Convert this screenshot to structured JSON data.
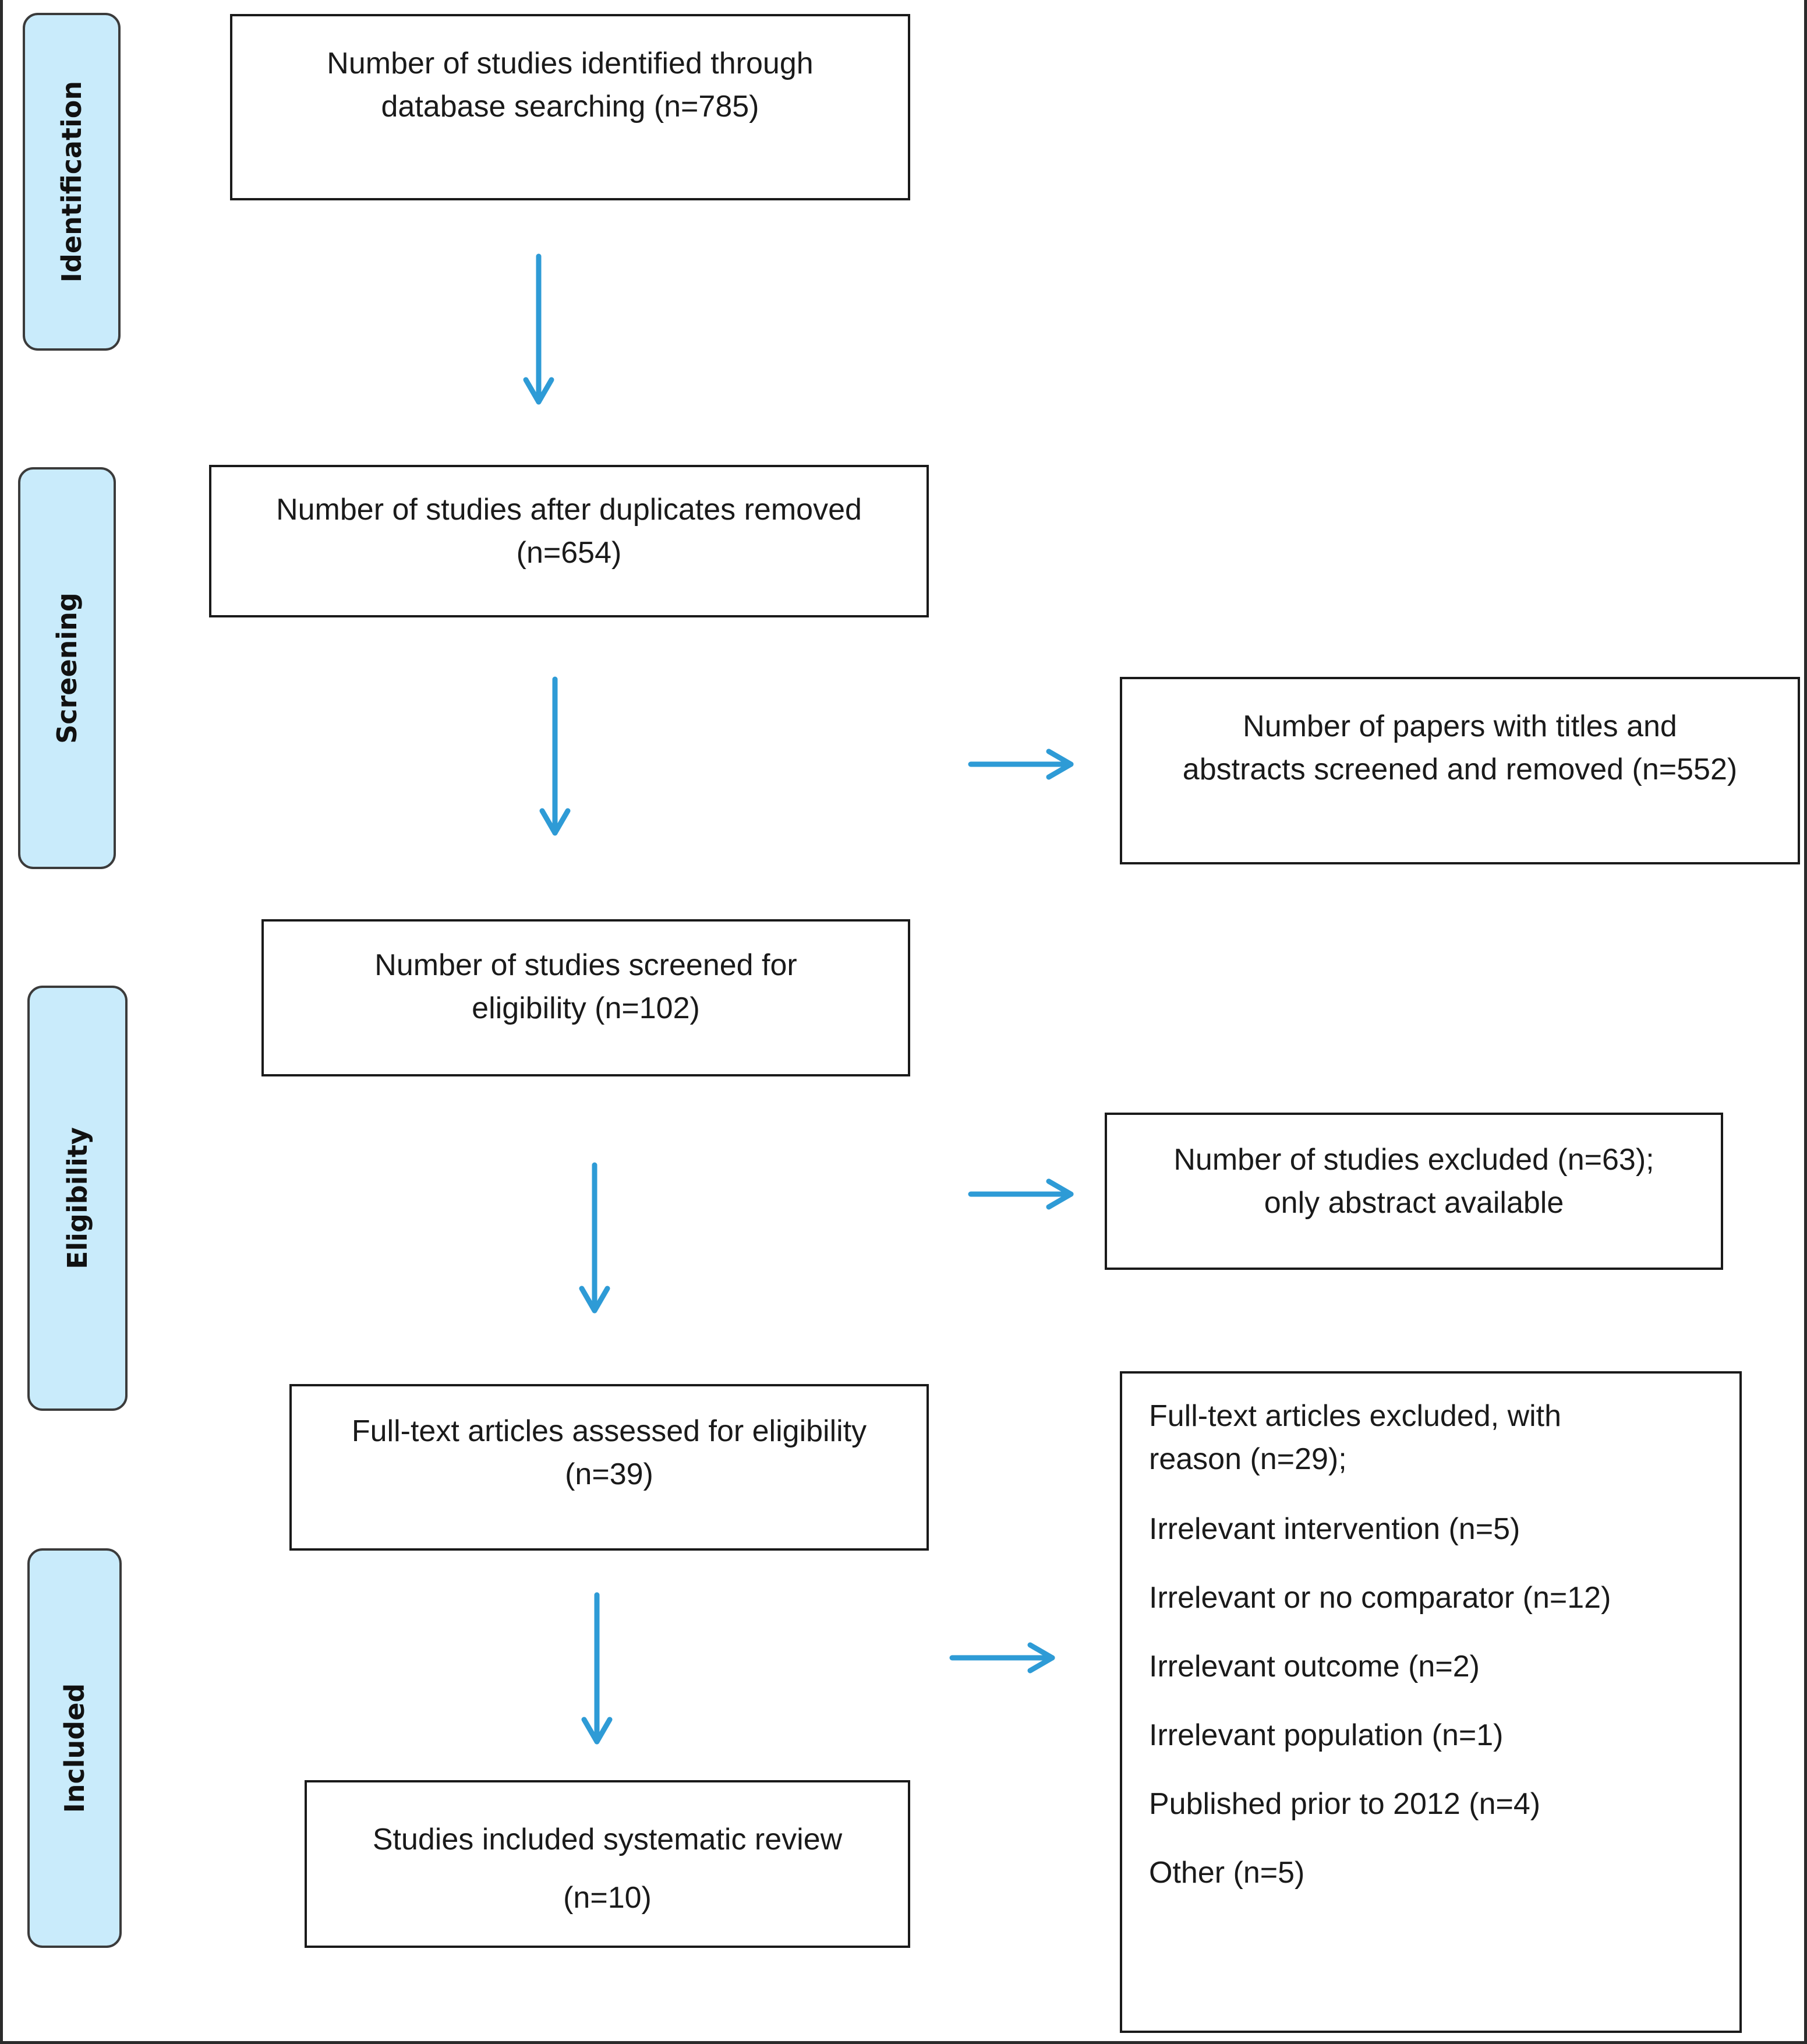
{
  "colors": {
    "stage_fill": "#c9ebfb",
    "arrow": "#2e9bd6",
    "box_border": "#1a1a1a"
  },
  "stages": {
    "identification": "Identification",
    "screening": "Screening",
    "eligibility": "Eligibility",
    "included": "Included"
  },
  "boxes": {
    "identified": {
      "line1": "Number of studies identified through",
      "line2": "database searching (n=785)"
    },
    "duplicates_removed": {
      "line1": "Number of studies after duplicates removed",
      "line2": "(n=654)"
    },
    "titles_removed": {
      "line1": "Number of papers with titles and",
      "line2": "abstracts screened and removed (n=552)"
    },
    "screened_eligibility": {
      "line1": "Number of studies screened for",
      "line2": "eligibility (n=102)"
    },
    "excluded_abstract": {
      "line1": "Number of studies excluded (n=63);",
      "line2": "only abstract available"
    },
    "fulltext_assessed": {
      "line1": "Full-text articles assessed for eligibility",
      "line2": "(n=39)"
    },
    "included": {
      "line1": "Studies included systematic review",
      "line2": "(n=10)"
    },
    "fulltext_excluded": {
      "heading1": "Full-text articles excluded, with",
      "heading2": "reason (n=29);",
      "reasons": [
        "Irrelevant intervention (n=5)",
        "Irrelevant or no comparator (n=12)",
        "Irrelevant outcome (n=2)",
        "Irrelevant population (n=1)",
        "Published prior to 2012 (n=4)",
        "Other (n=5)"
      ]
    }
  }
}
